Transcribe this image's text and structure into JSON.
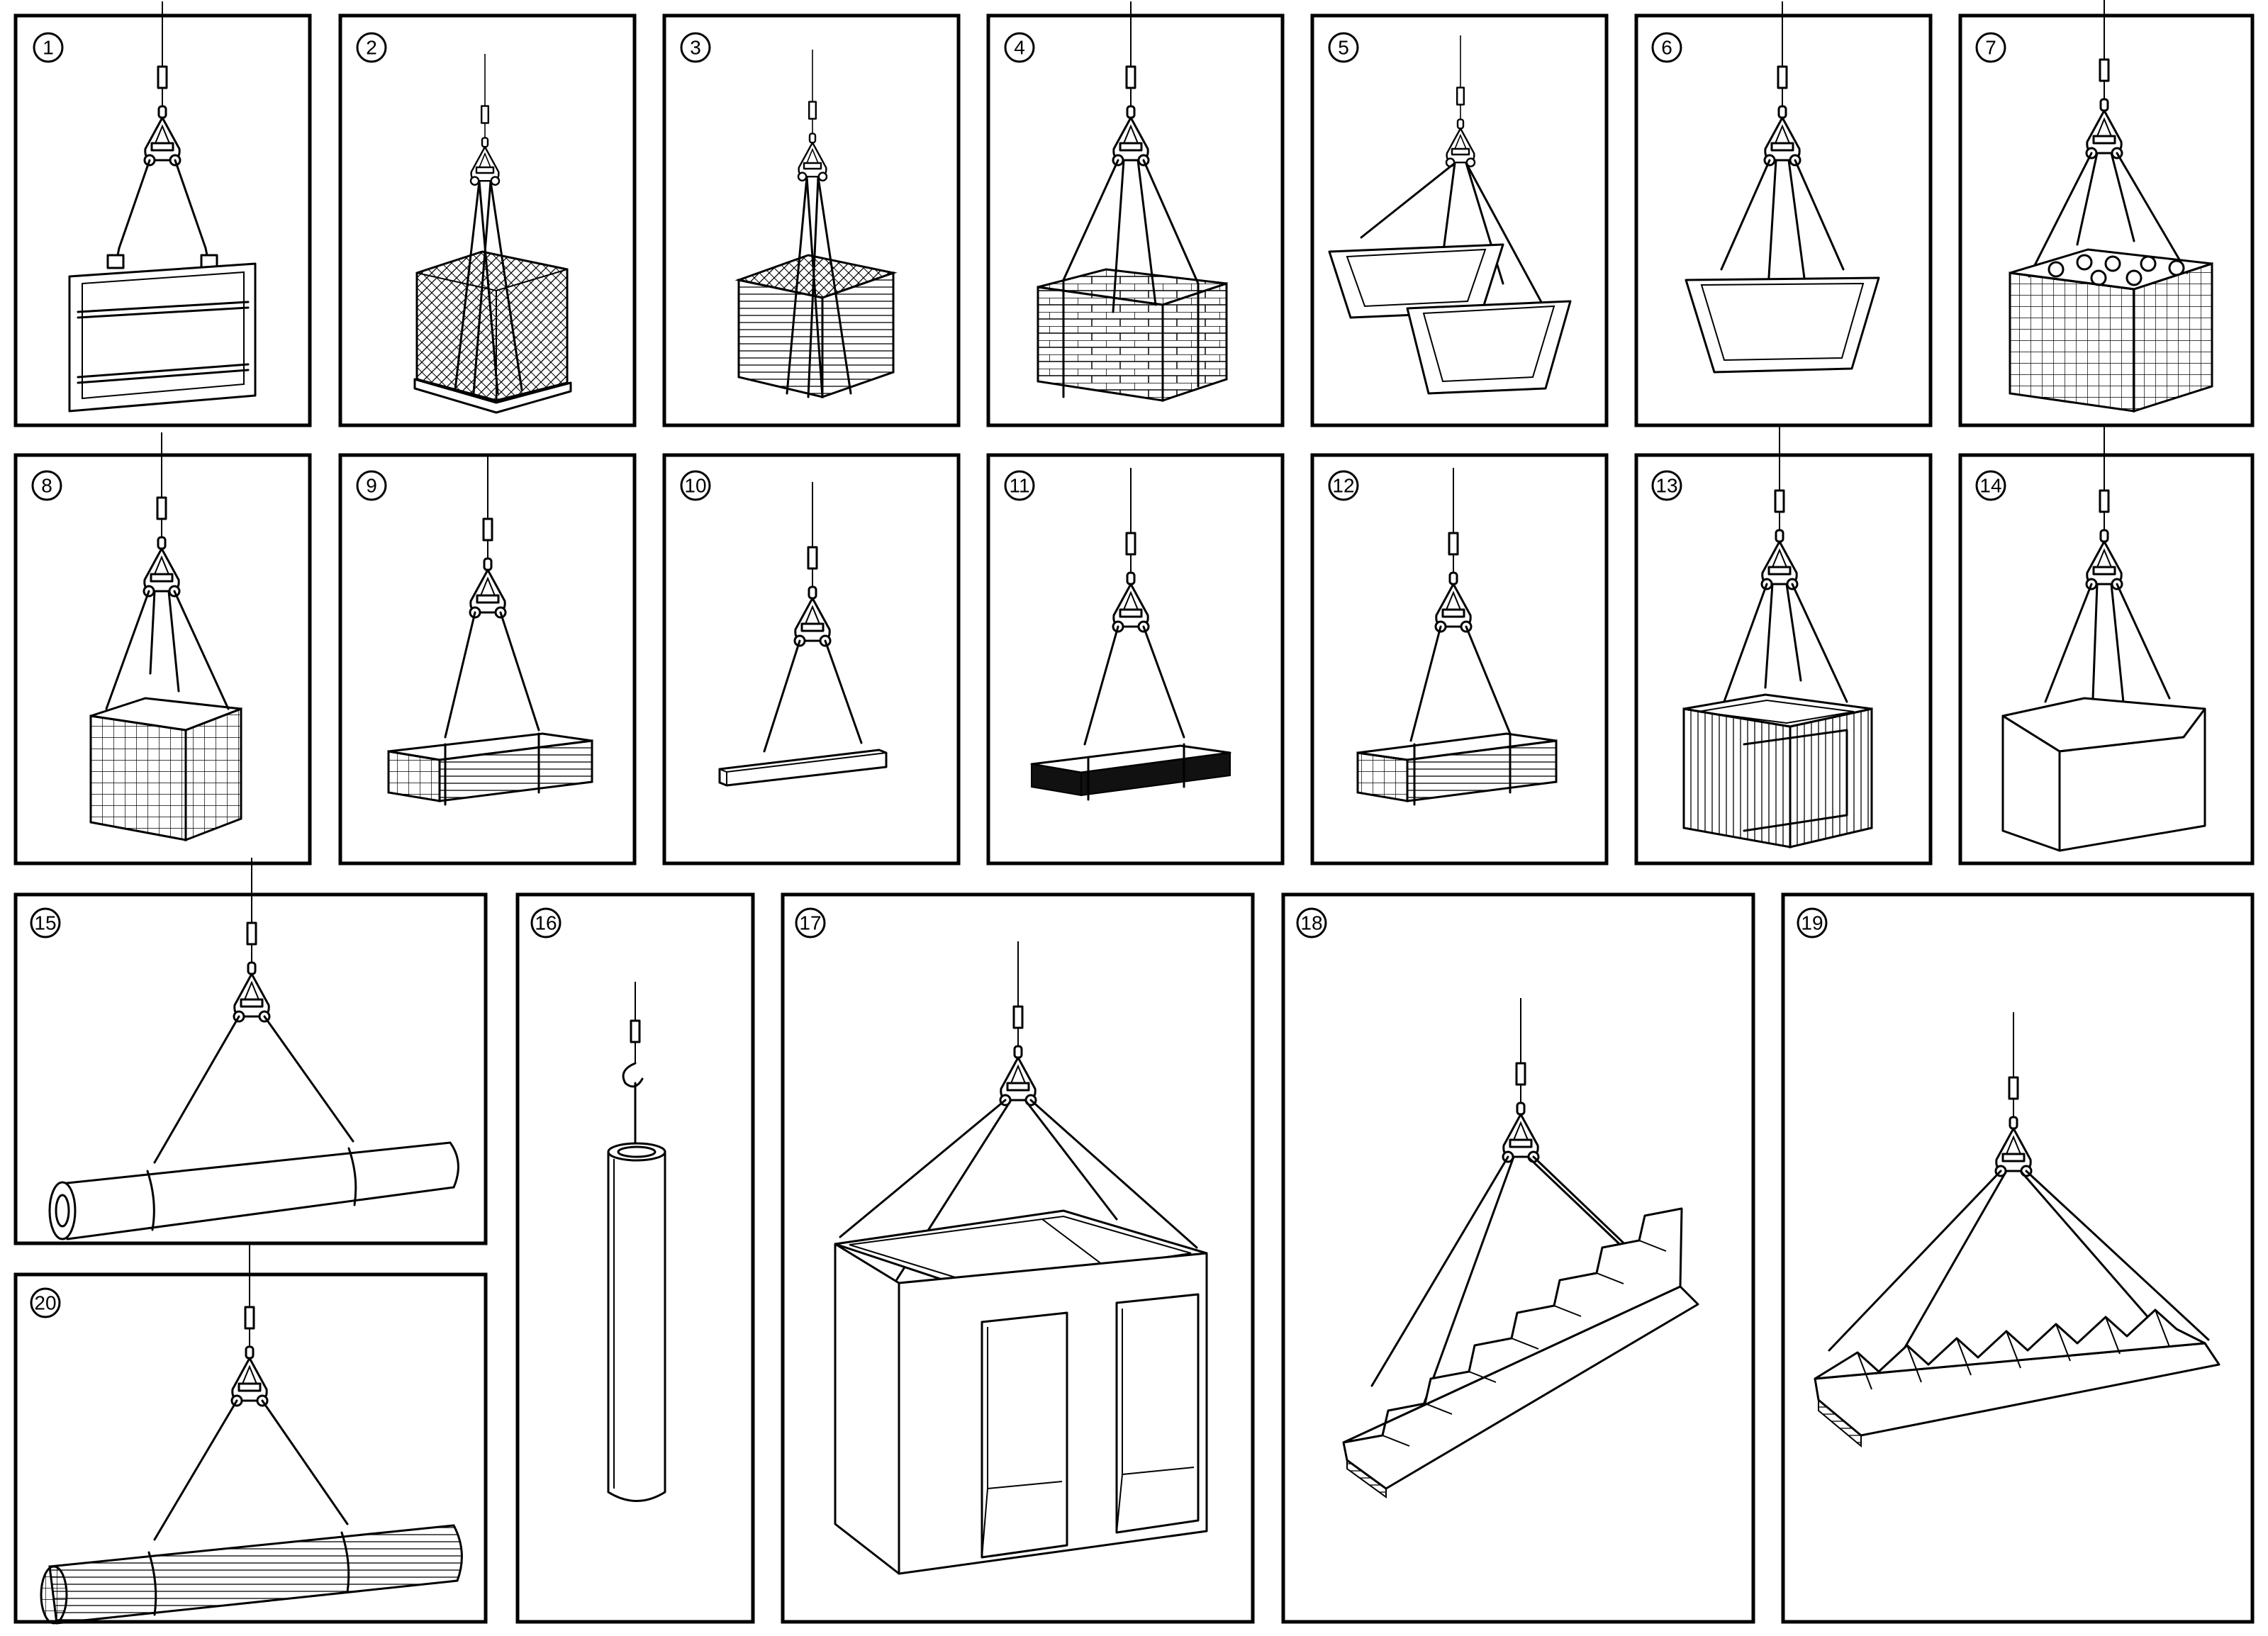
{
  "panels": [
    {
      "id": "1",
      "label": "1",
      "load": "flat-frame"
    },
    {
      "id": "2",
      "label": "2",
      "load": "stacked-blocks-on-pallet"
    },
    {
      "id": "3",
      "label": "3",
      "load": "blocks-in-slatted-crate"
    },
    {
      "id": "4",
      "label": "4",
      "load": "brick-stack-four-leg"
    },
    {
      "id": "5",
      "label": "5",
      "load": "double-hopper-skip"
    },
    {
      "id": "6",
      "label": "6",
      "load": "single-hopper-skip"
    },
    {
      "id": "7",
      "label": "7",
      "load": "mesh-cage-with-rolls"
    },
    {
      "id": "8",
      "label": "8",
      "load": "empty-mesh-cage"
    },
    {
      "id": "9",
      "label": "9",
      "load": "timber-bundle"
    },
    {
      "id": "10",
      "label": "10",
      "load": "single-beam"
    },
    {
      "id": "11",
      "label": "11",
      "load": "dark-sheet-bundle"
    },
    {
      "id": "12",
      "label": "12",
      "load": "bar-bundle"
    },
    {
      "id": "13",
      "label": "13",
      "load": "slatted-box"
    },
    {
      "id": "14",
      "label": "14",
      "load": "closed-block"
    },
    {
      "id": "15",
      "label": "15",
      "load": "pipe-two-choker"
    },
    {
      "id": "16",
      "label": "16",
      "load": "vertical-pipe"
    },
    {
      "id": "17",
      "label": "17",
      "load": "concrete-box-unit"
    },
    {
      "id": "18",
      "label": "18",
      "load": "inclined-staircase"
    },
    {
      "id": "19",
      "label": "19",
      "load": "staircase-flat"
    },
    {
      "id": "20",
      "label": "20",
      "load": "pipe-bundle"
    }
  ]
}
